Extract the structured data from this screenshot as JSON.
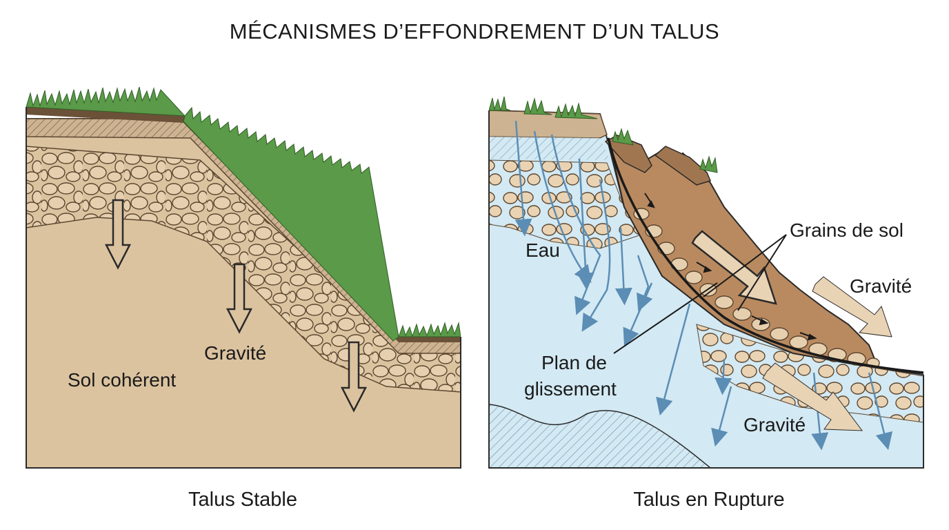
{
  "title": "MÉCANISMES D’EFFONDREMENT D’UN TALUS",
  "panels": {
    "stable": {
      "caption": "Talus Stable",
      "labels": {
        "soil": "Sol cohérent",
        "gravity": "Gravité"
      }
    },
    "failure": {
      "caption": "Talus en Rupture",
      "labels": {
        "water": "Eau",
        "grains": "Grains de sol",
        "gravity_upper": "Gravité",
        "gravity_lower": "Gravité",
        "slip_plane_line1": "Plan de",
        "slip_plane_line2": "glissement"
      }
    }
  },
  "colors": {
    "soil": "#dcc3a0",
    "topsoil": "#cdb391",
    "grass": "#5a9a48",
    "water": "#d3e9f3",
    "water_arrow": "#5b8db5",
    "slide_mass": "#b98a60",
    "gravity_arrow_fill": "#e9d3b5",
    "outline": "#2a2a2a"
  }
}
